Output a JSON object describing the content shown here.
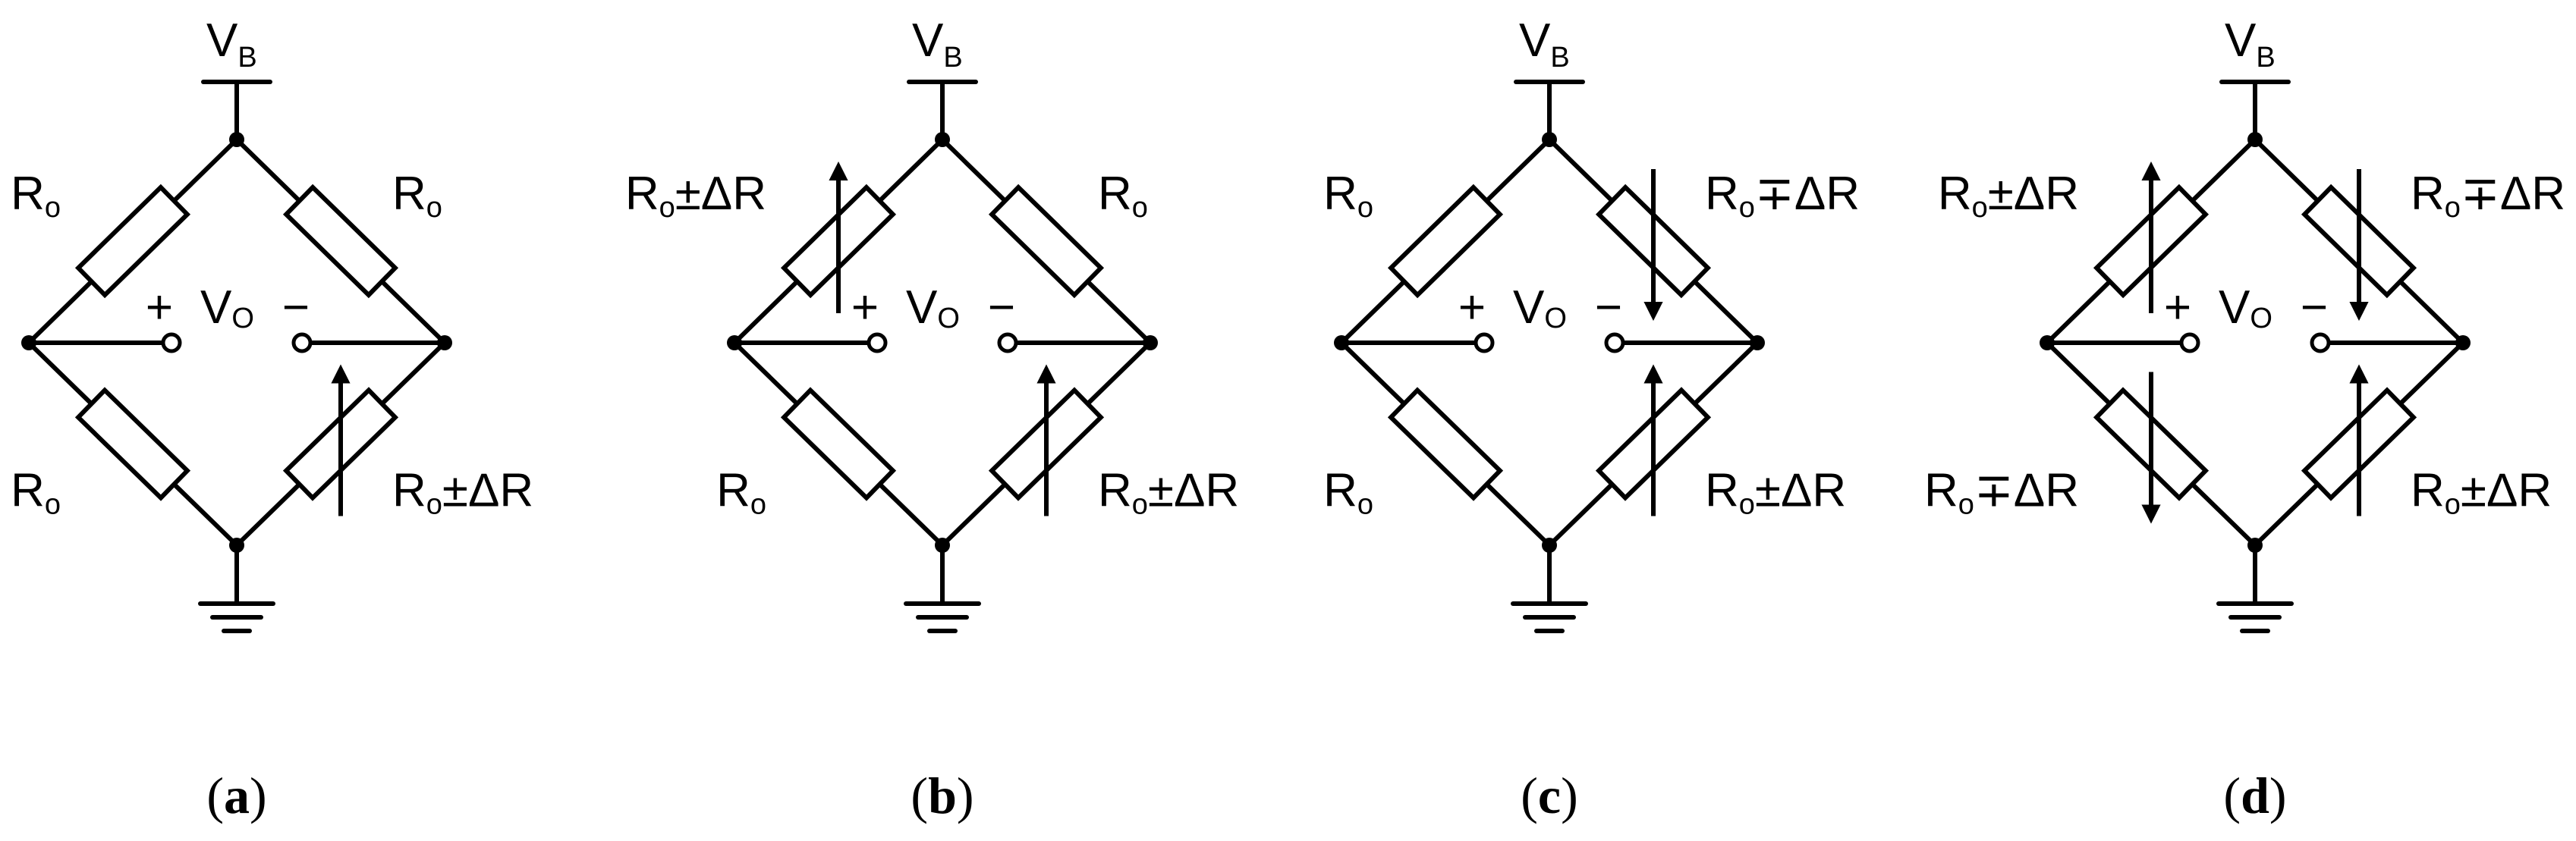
{
  "supply_label": {
    "main": "V",
    "sub": "B"
  },
  "output_label": {
    "plus": "+",
    "main": "V",
    "sub": "O",
    "minus": "−"
  },
  "panels": [
    {
      "caption": {
        "open": "(",
        "letter": "a",
        "close": ")"
      },
      "arms": [
        {
          "pos": "top-left",
          "base": "R",
          "sub": "o",
          "suffix": "",
          "variable": false,
          "arrow": "none"
        },
        {
          "pos": "top-right",
          "base": "R",
          "sub": "o",
          "suffix": "",
          "variable": false,
          "arrow": "none"
        },
        {
          "pos": "bottom-left",
          "base": "R",
          "sub": "o",
          "suffix": "",
          "variable": false,
          "arrow": "none"
        },
        {
          "pos": "bottom-right",
          "base": "R",
          "sub": "o",
          "suffix": "±ΔR",
          "variable": true,
          "arrow": "up"
        }
      ]
    },
    {
      "caption": {
        "open": "(",
        "letter": "b",
        "close": ")"
      },
      "arms": [
        {
          "pos": "top-left",
          "base": "R",
          "sub": "o",
          "suffix": "±ΔR",
          "variable": true,
          "arrow": "up"
        },
        {
          "pos": "top-right",
          "base": "R",
          "sub": "o",
          "suffix": "",
          "variable": false,
          "arrow": "none"
        },
        {
          "pos": "bottom-left",
          "base": "R",
          "sub": "o",
          "suffix": "",
          "variable": false,
          "arrow": "none"
        },
        {
          "pos": "bottom-right",
          "base": "R",
          "sub": "o",
          "suffix": "±ΔR",
          "variable": true,
          "arrow": "up"
        }
      ]
    },
    {
      "caption": {
        "open": "(",
        "letter": "c",
        "close": ")"
      },
      "arms": [
        {
          "pos": "top-left",
          "base": "R",
          "sub": "o",
          "suffix": "",
          "variable": false,
          "arrow": "none"
        },
        {
          "pos": "top-right",
          "base": "R",
          "sub": "o",
          "suffix": "∓ΔR",
          "variable": true,
          "arrow": "down"
        },
        {
          "pos": "bottom-left",
          "base": "R",
          "sub": "o",
          "suffix": "",
          "variable": false,
          "arrow": "none"
        },
        {
          "pos": "bottom-right",
          "base": "R",
          "sub": "o",
          "suffix": "±ΔR",
          "variable": true,
          "arrow": "up"
        }
      ]
    },
    {
      "caption": {
        "open": "(",
        "letter": "d",
        "close": ")"
      },
      "arms": [
        {
          "pos": "top-left",
          "base": "R",
          "sub": "o",
          "suffix": "±ΔR",
          "variable": true,
          "arrow": "up"
        },
        {
          "pos": "top-right",
          "base": "R",
          "sub": "o",
          "suffix": "∓ΔR",
          "variable": true,
          "arrow": "down"
        },
        {
          "pos": "bottom-left",
          "base": "R",
          "sub": "o",
          "suffix": "∓ΔR",
          "variable": true,
          "arrow": "down"
        },
        {
          "pos": "bottom-right",
          "base": "R",
          "sub": "o",
          "suffix": "±ΔR",
          "variable": true,
          "arrow": "up"
        }
      ]
    }
  ]
}
